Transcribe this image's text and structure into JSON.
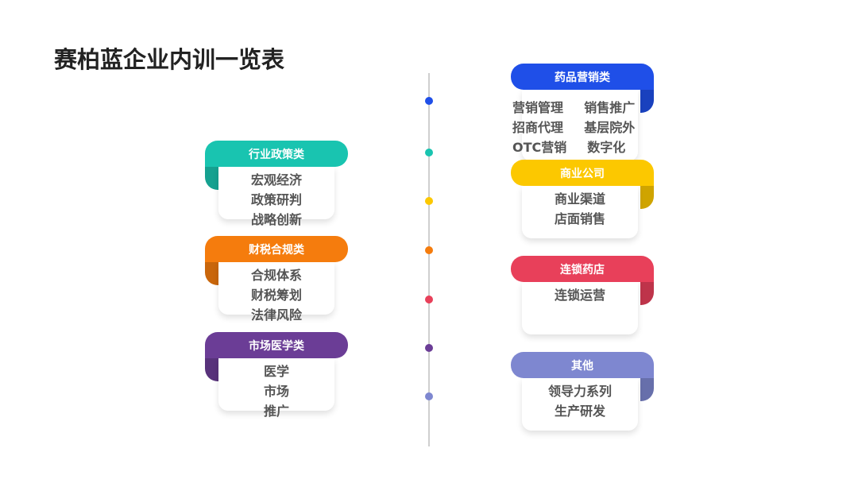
{
  "title": "赛柏蓝企业内训一览表",
  "colors": {
    "blue": "#1f4fe8",
    "teal": "#19c4b0",
    "yellow": "#fcc800",
    "orange": "#f57c0d",
    "red": "#e8405a",
    "purple": "#6b3d96",
    "lavender": "#7e87d0"
  },
  "left": [
    {
      "title": "行业政策类",
      "items": [
        "宏观经济",
        "政策研判",
        "战略创新"
      ]
    },
    {
      "title": "财税合规类",
      "items": [
        "合规体系",
        "财税筹划",
        "法律风险"
      ]
    },
    {
      "title": "市场医学类",
      "items": [
        "医学",
        "市场",
        "推广"
      ]
    }
  ],
  "right": [
    {
      "title": "药品营销类",
      "items": [
        "营销管理",
        "销售推广",
        "招商代理",
        "基层院外",
        "OTC营销",
        "数字化"
      ]
    },
    {
      "title": "商业公司",
      "items": [
        "商业渠道",
        "店面销售"
      ]
    },
    {
      "title": "连锁药店",
      "items": [
        "连锁运营"
      ]
    },
    {
      "title": "其他",
      "items": [
        "领导力系列",
        "生产研发"
      ]
    }
  ]
}
